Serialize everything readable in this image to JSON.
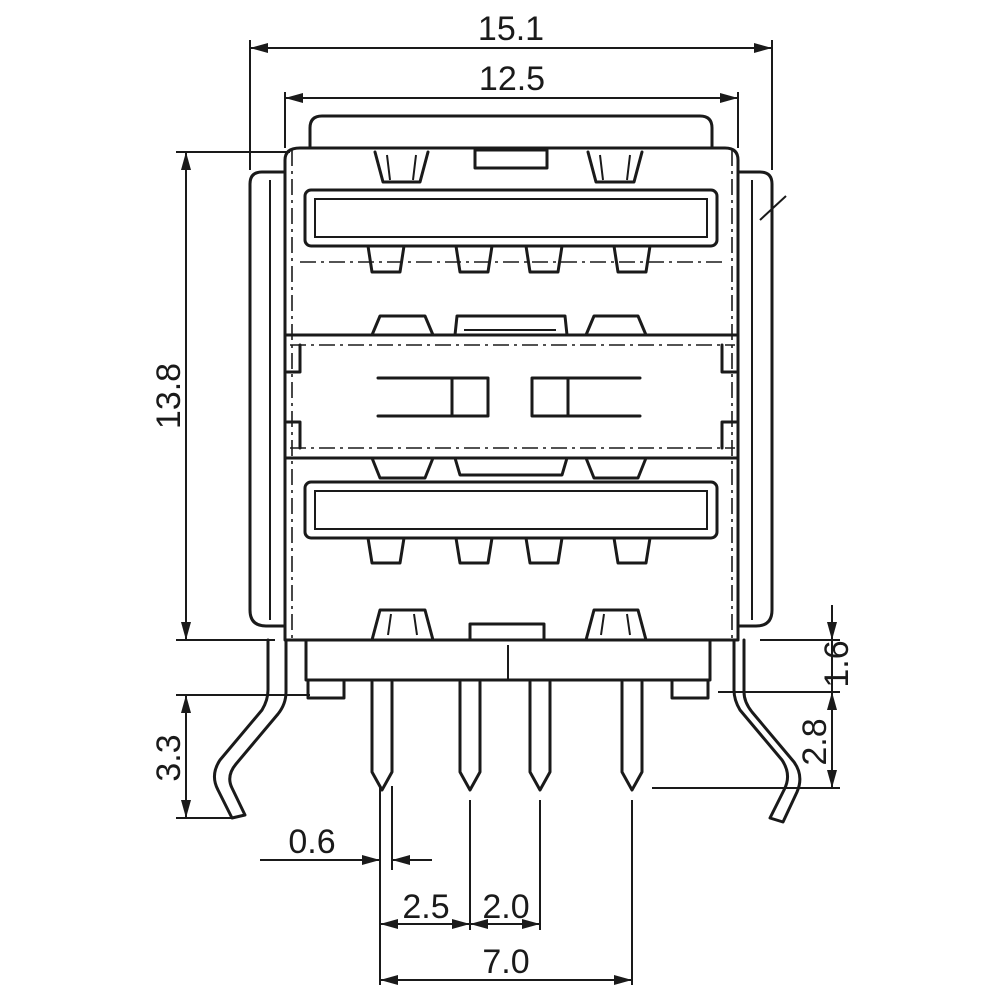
{
  "drawing": {
    "ink_color": "#1a1a1a",
    "paper_color": "#ffffff",
    "dimensions": {
      "overall_width": "15.1",
      "housing_width": "12.5",
      "height": "13.8",
      "pin_length": "3.3",
      "pin_width": "0.6",
      "pitch_a": "2.5",
      "pitch_b": "2.0",
      "pin_span": "7.0",
      "standoff": "1.6",
      "tab_length": "2.8"
    }
  }
}
